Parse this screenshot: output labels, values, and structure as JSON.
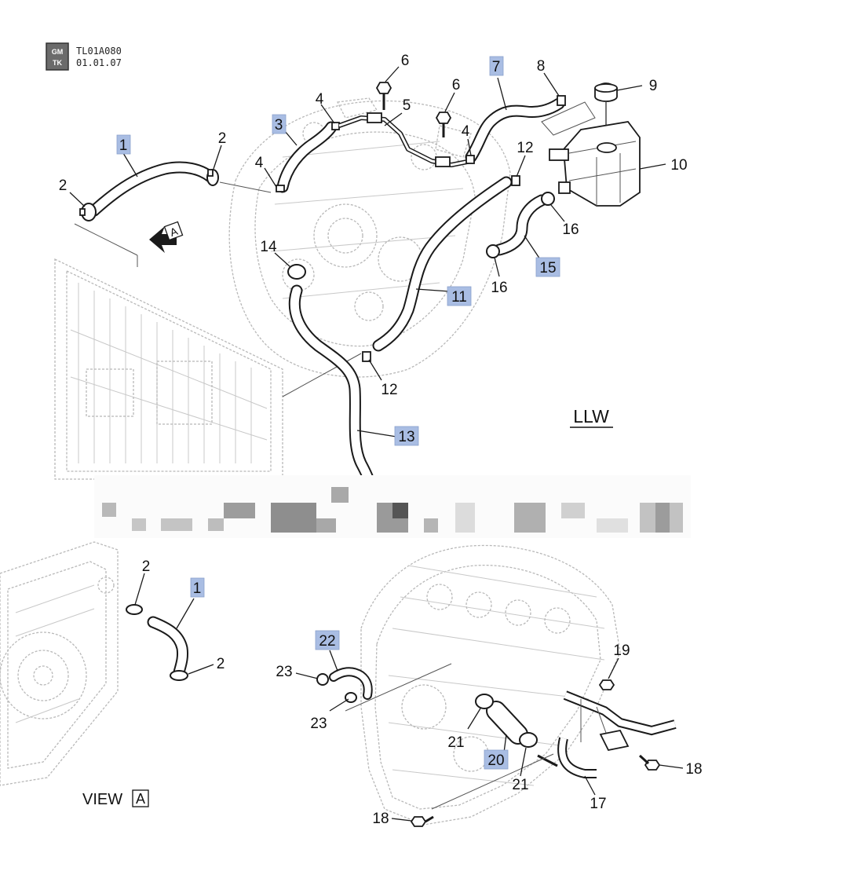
{
  "header": {
    "logo_line1": "GM",
    "logo_line2": "TK",
    "code": "TL01A080",
    "date": "01.01.07"
  },
  "model_tag": "LLW",
  "view_a_arrow": "A",
  "view_label": "VIEW",
  "view_letter": "A",
  "colors": {
    "highlight_box": "#a9bde3",
    "line": "#1a1a1a",
    "engine_sketch": "#b8b8b8"
  },
  "callouts": {
    "c1_top": "1",
    "c2_top_right": "2",
    "c2_top_left": "2",
    "c3": "3",
    "c4_a": "4",
    "c4_b": "4",
    "c4_c": "4",
    "c5": "5",
    "c6_a": "6",
    "c6_b": "6",
    "c7": "7",
    "c8": "8",
    "c9": "9",
    "c10": "10",
    "c11": "11",
    "c12_a": "12",
    "c12_b": "12",
    "c13": "13",
    "c14": "14",
    "c15": "15",
    "c16_a": "16",
    "c16_b": "16",
    "c1_view": "1",
    "c2_view_a": "2",
    "c2_view_b": "2",
    "c22": "22",
    "c23_a": "23",
    "c23_b": "23",
    "c19": "19",
    "c21_a": "21",
    "c21_b": "21",
    "c20": "20",
    "c18_a": "18",
    "c18_b": "18",
    "c17": "17"
  }
}
